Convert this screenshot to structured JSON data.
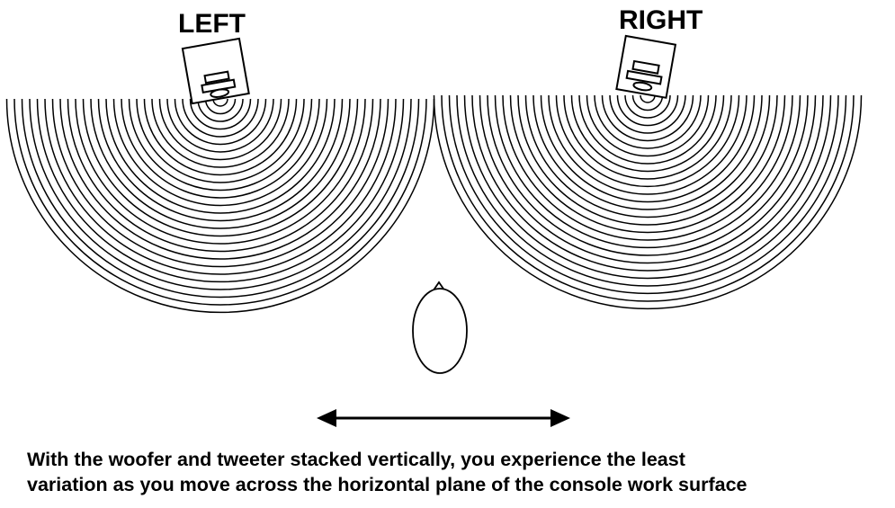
{
  "speakers": {
    "left_label": "LEFT",
    "right_label": "RIGHT"
  },
  "caption": {
    "line1": "With the woofer and tweeter stacked vertically, you experience the least",
    "line2": "variation as you move across the horizontal plane of the console work surface"
  },
  "colors": {
    "ink": "#000000",
    "background": "#ffffff"
  },
  "icons": {
    "left_speaker": "speaker-icon",
    "right_speaker": "speaker-icon",
    "listener": "listener-head-icon",
    "movement": "double-arrow-icon"
  }
}
